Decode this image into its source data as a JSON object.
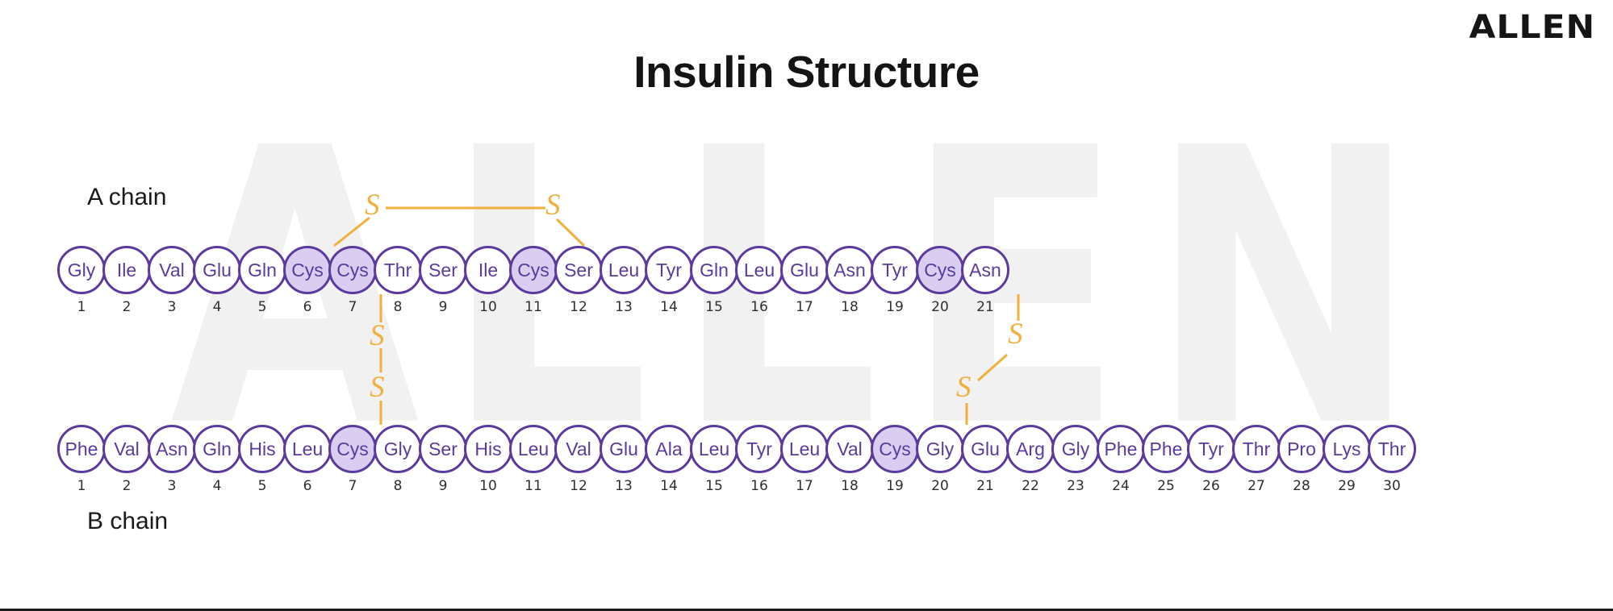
{
  "slide": {
    "title": "Insulin Structure",
    "brand": "ALLEN",
    "watermark": "ALLEN",
    "background_color": "#ffffff",
    "accent_purple": "#5b3a9e",
    "highlight_fill": "#d9cdf2",
    "bond_color": "#efb03c"
  },
  "labels": {
    "a_chain": "A chain",
    "b_chain": "B chain"
  },
  "chains": {
    "a": {
      "name": "A chain",
      "length": 21,
      "residues": [
        {
          "n": "1",
          "aa": "Gly",
          "highlight": false
        },
        {
          "n": "2",
          "aa": "Ile",
          "highlight": false
        },
        {
          "n": "3",
          "aa": "Val",
          "highlight": false
        },
        {
          "n": "4",
          "aa": "Glu",
          "highlight": false
        },
        {
          "n": "5",
          "aa": "Gln",
          "highlight": false
        },
        {
          "n": "6",
          "aa": "Cys",
          "highlight": true
        },
        {
          "n": "7",
          "aa": "Cys",
          "highlight": true
        },
        {
          "n": "8",
          "aa": "Thr",
          "highlight": false
        },
        {
          "n": "9",
          "aa": "Ser",
          "highlight": false
        },
        {
          "n": "10",
          "aa": "Ile",
          "highlight": false
        },
        {
          "n": "11",
          "aa": "Cys",
          "highlight": true
        },
        {
          "n": "12",
          "aa": "Ser",
          "highlight": false
        },
        {
          "n": "13",
          "aa": "Leu",
          "highlight": false
        },
        {
          "n": "14",
          "aa": "Tyr",
          "highlight": false
        },
        {
          "n": "15",
          "aa": "Gln",
          "highlight": false
        },
        {
          "n": "16",
          "aa": "Leu",
          "highlight": false
        },
        {
          "n": "17",
          "aa": "Glu",
          "highlight": false
        },
        {
          "n": "18",
          "aa": "Asn",
          "highlight": false
        },
        {
          "n": "19",
          "aa": "Tyr",
          "highlight": false
        },
        {
          "n": "20",
          "aa": "Cys",
          "highlight": true
        },
        {
          "n": "21",
          "aa": "Asn",
          "highlight": false
        }
      ]
    },
    "b": {
      "name": "B chain",
      "length": 30,
      "residues": [
        {
          "n": "1",
          "aa": "Phe",
          "highlight": false
        },
        {
          "n": "2",
          "aa": "Val",
          "highlight": false
        },
        {
          "n": "3",
          "aa": "Asn",
          "highlight": false
        },
        {
          "n": "4",
          "aa": "Gln",
          "highlight": false
        },
        {
          "n": "5",
          "aa": "His",
          "highlight": false
        },
        {
          "n": "6",
          "aa": "Leu",
          "highlight": false
        },
        {
          "n": "7",
          "aa": "Cys",
          "highlight": true
        },
        {
          "n": "8",
          "aa": "Gly",
          "highlight": false
        },
        {
          "n": "9",
          "aa": "Ser",
          "highlight": false
        },
        {
          "n": "10",
          "aa": "His",
          "highlight": false
        },
        {
          "n": "11",
          "aa": "Leu",
          "highlight": false
        },
        {
          "n": "12",
          "aa": "Val",
          "highlight": false
        },
        {
          "n": "13",
          "aa": "Glu",
          "highlight": false
        },
        {
          "n": "14",
          "aa": "Ala",
          "highlight": false
        },
        {
          "n": "15",
          "aa": "Leu",
          "highlight": false
        },
        {
          "n": "16",
          "aa": "Tyr",
          "highlight": false
        },
        {
          "n": "17",
          "aa": "Leu",
          "highlight": false
        },
        {
          "n": "18",
          "aa": "Val",
          "highlight": false
        },
        {
          "n": "19",
          "aa": "Cys",
          "highlight": true
        },
        {
          "n": "20",
          "aa": "Gly",
          "highlight": false
        },
        {
          "n": "21",
          "aa": "Glu",
          "highlight": false
        },
        {
          "n": "22",
          "aa": "Arg",
          "highlight": false
        },
        {
          "n": "23",
          "aa": "Gly",
          "highlight": false
        },
        {
          "n": "24",
          "aa": "Phe",
          "highlight": false
        },
        {
          "n": "25",
          "aa": "Phe",
          "highlight": false
        },
        {
          "n": "26",
          "aa": "Tyr",
          "highlight": false
        },
        {
          "n": "27",
          "aa": "Thr",
          "highlight": false
        },
        {
          "n": "28",
          "aa": "Pro",
          "highlight": false
        },
        {
          "n": "29",
          "aa": "Lys",
          "highlight": false
        },
        {
          "n": "30",
          "aa": "Thr",
          "highlight": false
        }
      ]
    }
  },
  "disulfide_bonds": [
    {
      "id": "A6-A11",
      "type": "intrachain",
      "from": "A6",
      "to": "A11",
      "sulfur_label": "S"
    },
    {
      "id": "A7-B7",
      "type": "interchain",
      "from": "A7",
      "to": "B7",
      "sulfur_label": "S"
    },
    {
      "id": "A20-B19",
      "type": "interchain",
      "from": "A20",
      "to": "B19",
      "sulfur_label": "S"
    }
  ]
}
